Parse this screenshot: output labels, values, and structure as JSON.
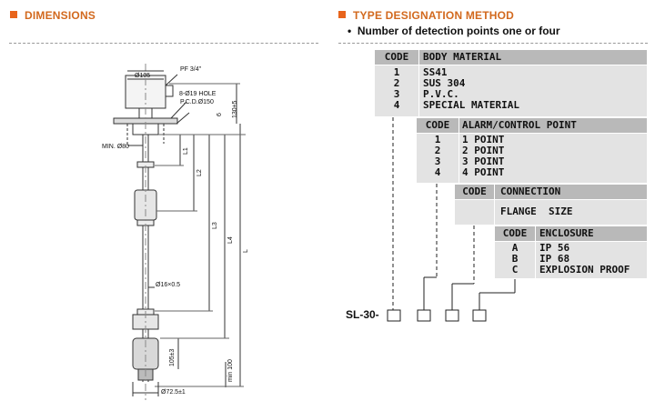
{
  "dimensions_title": "DIMENSIONS",
  "type_title": "TYPE DESIGNATION METHOD",
  "note": "Number of detection points one or four",
  "bullet": "•",
  "tables": {
    "body_material": {
      "code_header": "CODE",
      "title": "BODY MATERIAL",
      "codes": [
        "1",
        "2",
        "3",
        "4"
      ],
      "values": [
        "SS41",
        "SUS 304",
        "P.V.C.",
        "SPECIAL MATERIAL"
      ]
    },
    "alarm_point": {
      "code_header": "CODE",
      "title": "ALARM/CONTROL POINT",
      "codes": [
        "1",
        "2",
        "3",
        "4"
      ],
      "values": [
        "1 POINT",
        "2 POINT",
        "3 POINT",
        "4 POINT"
      ]
    },
    "connection": {
      "code_header": "CODE",
      "title": "CONNECTION",
      "value": "FLANGE  SIZE"
    },
    "enclosure": {
      "code_header": "CODE",
      "title": "ENCLOSURE",
      "codes": [
        "A",
        "B",
        "C"
      ],
      "values": [
        "IP 56",
        "IP 68",
        "EXPLOSION PROOF"
      ]
    }
  },
  "model_prefix": "SL-30-",
  "drawing_labels": {
    "pf": "PF 3/4\"",
    "dia105": "Ø105",
    "hole": "8-Ø19 HOLE",
    "pcd": "P.C.D.Ø150",
    "dim130": "130±5",
    "dim6": "6",
    "min": "MIN. Ø80",
    "l1": "L1",
    "l2": "L2",
    "l3": "L3",
    "l4": "L4",
    "l": "L",
    "rod": "Ø16×0.5",
    "min100": "min 100",
    "dim105": "105±3",
    "float": "Ø72.5±1"
  },
  "colors": {
    "accent": "#e8641b",
    "table_head": "#b9b9b9",
    "table_body": "#e3e3e3"
  }
}
